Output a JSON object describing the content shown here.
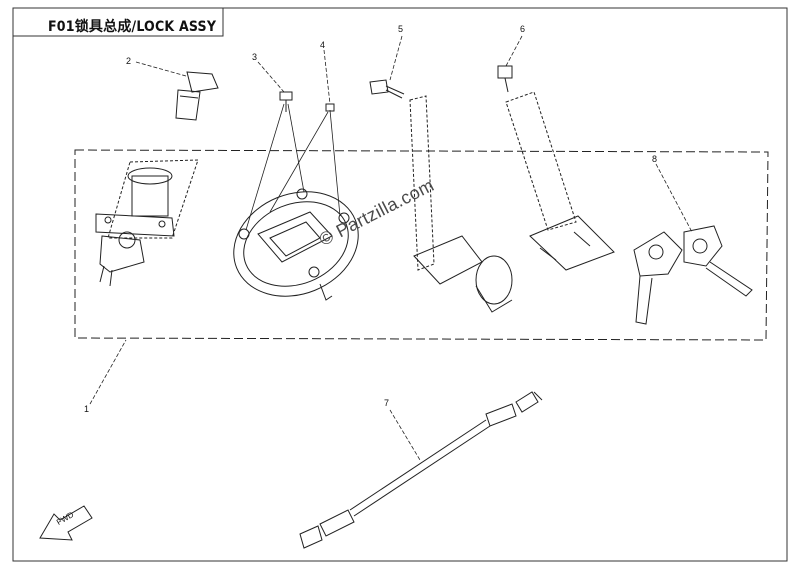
{
  "diagram": {
    "title": "F01锁具总成/LOCK ASSY",
    "watermark": "© Partzilla.com",
    "fwd_label": "FWD",
    "callouts": [
      {
        "id": "c1",
        "label": "1"
      },
      {
        "id": "c2",
        "label": "2"
      },
      {
        "id": "c3",
        "label": "3"
      },
      {
        "id": "c4",
        "label": "4"
      },
      {
        "id": "c5",
        "label": "5"
      },
      {
        "id": "c6",
        "label": "6"
      },
      {
        "id": "c7",
        "label": "7"
      },
      {
        "id": "c8",
        "label": "8"
      }
    ]
  },
  "colors": {
    "line": "#222222",
    "frame": "#333333",
    "watermark": "#4a4a4a"
  }
}
